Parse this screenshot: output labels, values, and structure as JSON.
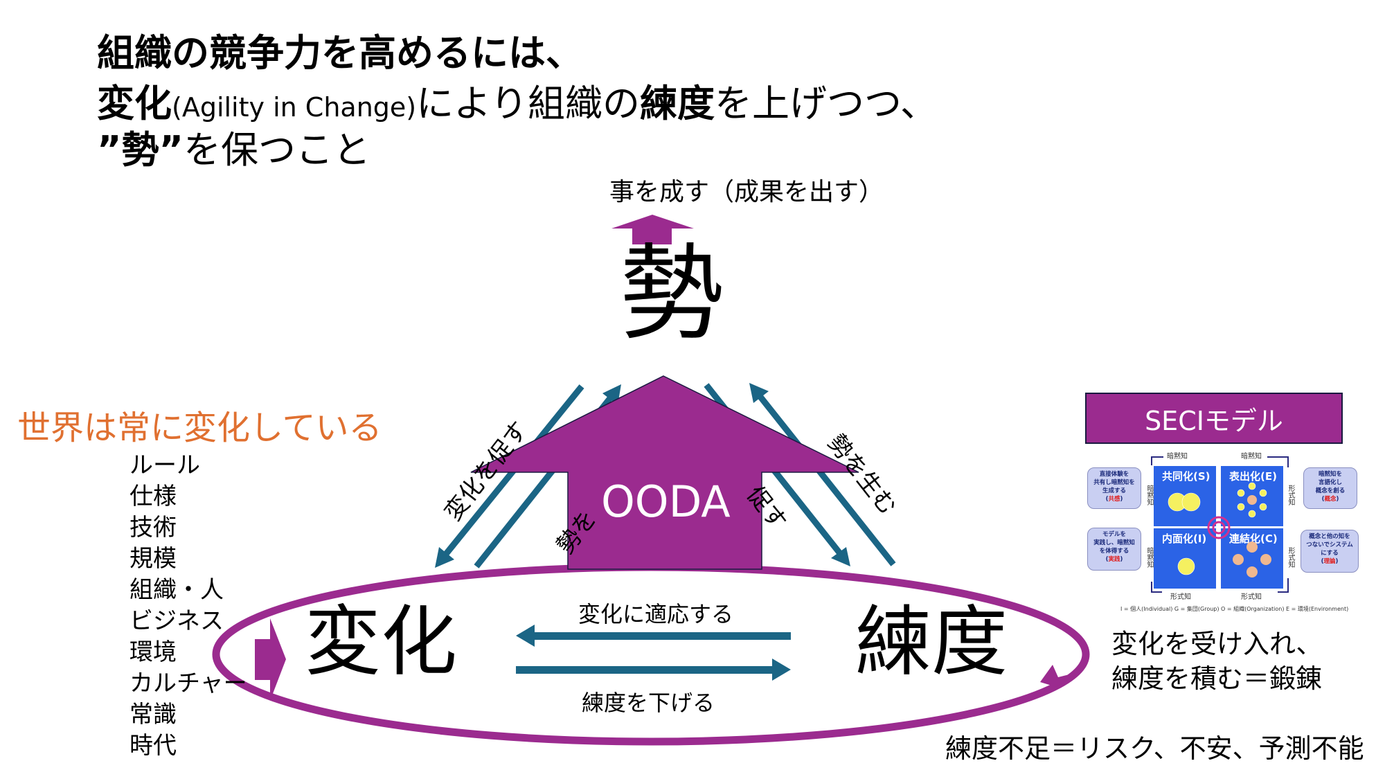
{
  "title": {
    "line1": "組織の競争力を高めるには、",
    "line2_bold1": "変化",
    "line2_paren": "(Agility in Change)",
    "line2_mid": "により組織の",
    "line2_bold2": "練度",
    "line2_end": "を上げつつ、",
    "line3_bold": "”勢”",
    "line3_end": "を保つこと"
  },
  "diagram": {
    "outcome": "事を成す（成果を出す）",
    "ikioi": "勢",
    "ooda": "OODA",
    "henka": "変化",
    "rendo": "練度",
    "adapt": "変化に適応する",
    "lower": "練度を下げる",
    "left_outer": "変化を促す",
    "left_inner": "勢を",
    "right_inner": "促す",
    "right_outer": "勢を生む",
    "colors": {
      "purple": "#9B2B8F",
      "teal": "#1B6585",
      "orange": "#E07030"
    }
  },
  "world": {
    "heading": "世界は常に変化している",
    "factors": [
      "ルール",
      "仕様",
      "技術",
      "規模",
      "組織・人",
      "ビジネス",
      "環境",
      "カルチャー",
      "常識",
      "時代"
    ]
  },
  "seci": {
    "title": "SECIモデル",
    "quadrants": [
      {
        "label": "共同化(S)",
        "bubble": [
          "直接体験を",
          "共有し暗黙知を",
          "生成する"
        ],
        "tag": "共感"
      },
      {
        "label": "表出化(E)",
        "bubble": [
          "暗黙知を",
          "言語化し",
          "概念を創る"
        ],
        "tag": "概念"
      },
      {
        "label": "内面化(I)",
        "bubble": [
          "モデルを",
          "実践し、暗黙知",
          "を体得する"
        ],
        "tag": "実践"
      },
      {
        "label": "連結化(C)",
        "bubble": [
          "概念と他の知を",
          "つないでシステム",
          "にする"
        ],
        "tag": "理論"
      }
    ],
    "tacit": "暗黙知",
    "explicit": "形式知",
    "legend": "I = 個人(Individual)  G = 集団(Group)  O = 組織(Organization)  E = 環境(Environment)"
  },
  "notes": {
    "accept_line1": "変化を受け入れ、",
    "accept_line2": "練度を積む＝鍛錬",
    "risk": "練度不足＝リスク、不安、予測不能"
  }
}
